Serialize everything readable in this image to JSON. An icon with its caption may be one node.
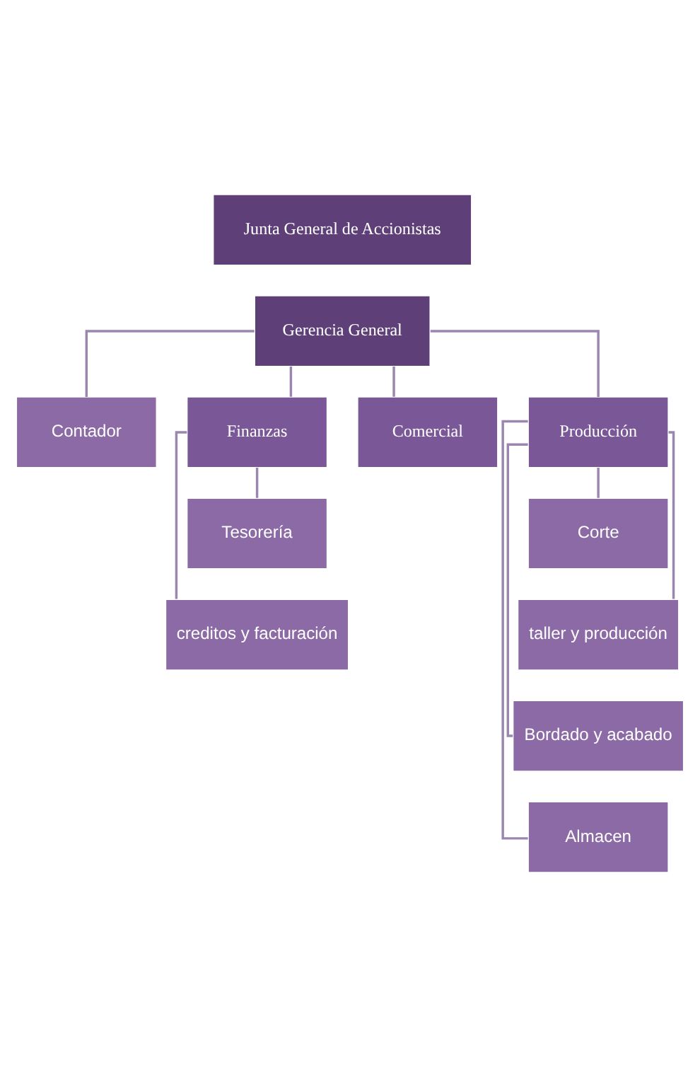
{
  "diagram": {
    "nodes": [
      {
        "text": [
          "Junta General de Accionistas"
        ]
      },
      {
        "text": [
          "Gerencia General"
        ]
      },
      {
        "text": [
          "Contador"
        ]
      },
      {
        "text": [
          "Finanzas"
        ]
      },
      {
        "text": [
          "Comercial"
        ]
      },
      {
        "text": [
          "Producción"
        ]
      },
      {
        "text": [
          "Tesorería"
        ]
      },
      {
        "text": [
          "creditos y facturación"
        ]
      },
      {
        "text": [
          "Corte"
        ]
      },
      {
        "text": [
          "taller y producción"
        ]
      },
      {
        "text": [
          "Bordado y acabado"
        ]
      },
      {
        "text": [
          "Almacen"
        ]
      }
    ],
    "edges": [
      {
        "from": 1,
        "to": 2,
        "arrow": "none"
      },
      {
        "from": 1,
        "to": 3,
        "arrow": "none"
      },
      {
        "from": 1,
        "to": 4,
        "arrow": "none"
      },
      {
        "from": 1,
        "to": 5,
        "arrow": "none"
      },
      {
        "from": 3,
        "to": 6,
        "arrow": "none"
      },
      {
        "from": 3,
        "to": 7,
        "arrow": "none"
      },
      {
        "from": 5,
        "to": 8,
        "arrow": "none"
      },
      {
        "from": 5,
        "to": 9,
        "arrow": "none"
      },
      {
        "from": 5,
        "to": 10,
        "arrow": "none"
      },
      {
        "from": 5,
        "to": 11,
        "arrow": "none"
      }
    ]
  }
}
